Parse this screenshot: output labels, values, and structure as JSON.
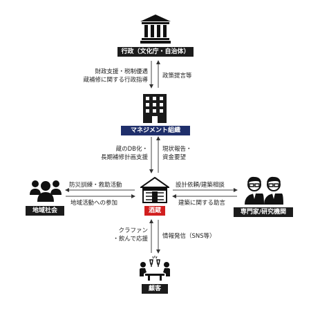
{
  "nodes": {
    "government": {
      "label": "行政（文化庁・自治体）",
      "icon": "government-building-icon"
    },
    "management": {
      "label": "マネジメント組織",
      "icon": "office-building-icon"
    },
    "brewery": {
      "label": "酒蔵",
      "icon": "sake-brewery-icon"
    },
    "community": {
      "label": "地域社会",
      "icon": "people-group-icon"
    },
    "experts": {
      "label": "専門家/研究機関",
      "icon": "experts-icon"
    },
    "customers": {
      "label": "顧客",
      "icon": "customers-toast-icon"
    }
  },
  "edges": {
    "gov_to_mgmt": [
      "財政支援・税制優遇",
      "蔵補修に関する行政指導"
    ],
    "mgmt_to_gov": [
      "政策提言等"
    ],
    "mgmt_to_brewery": [
      "蔵のDB化・",
      "長期補修計画支援"
    ],
    "brewery_to_mgmt": [
      "現状報告・",
      "資金要望"
    ],
    "brewery_to_community": [
      "防災訓練・救助活動"
    ],
    "community_to_brewery": [
      "地域活動への参加"
    ],
    "brewery_to_experts": [
      "設計依頼/建築相談"
    ],
    "experts_to_brewery": [
      "建築に関する助言"
    ],
    "customers_to_brewery": [
      "クラファン",
      "・飲んで応援"
    ],
    "brewery_to_customers": [
      "情報発信（SNS等）"
    ]
  },
  "colors": {
    "dark": "#1c1c1c",
    "navy": "#1f2f6b",
    "red": "#d11f1f"
  }
}
